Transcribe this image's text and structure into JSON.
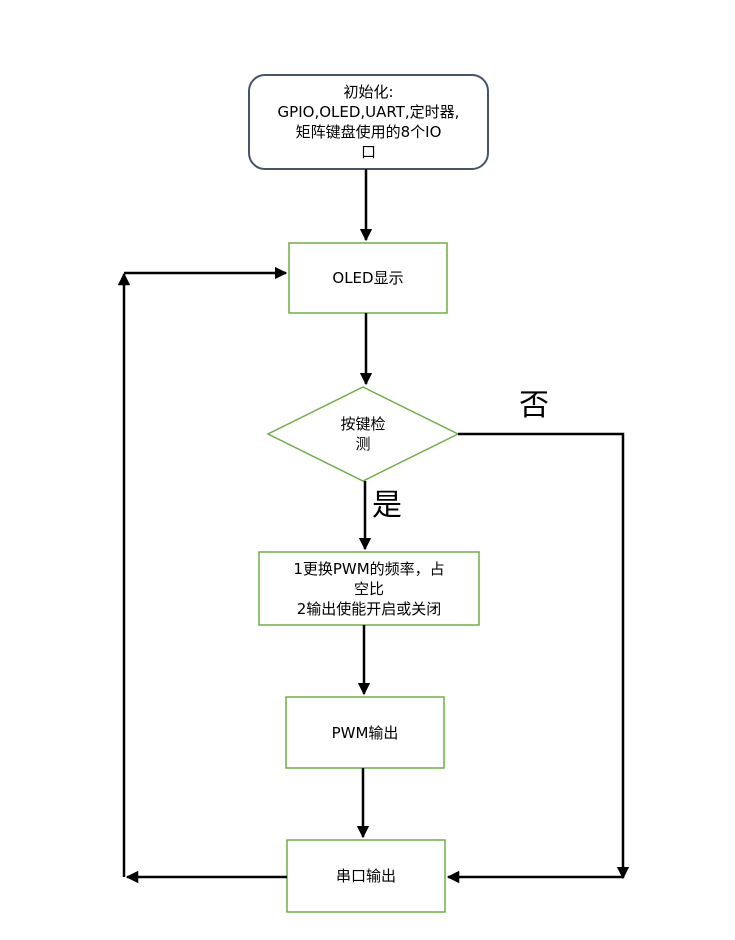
{
  "nodes": {
    "init": {
      "text": "初始化:\nGPIO,OLED,UART,定时器,\n矩阵键盘使用的8个IO\n口"
    },
    "oled": {
      "text": "OLED显示"
    },
    "check": {
      "text": "按键检\n测"
    },
    "change": {
      "text": "1更换PWM的频率，占\n空比\n2输出使能开启或关闭"
    },
    "pwm": {
      "text": "PWM输出"
    },
    "serial": {
      "text": "串口输出"
    }
  },
  "labels": {
    "no": "否",
    "yes": "是"
  },
  "colors": {
    "start_border": "#44546a",
    "box_border": "#70ad47",
    "arrow": "#000000"
  }
}
